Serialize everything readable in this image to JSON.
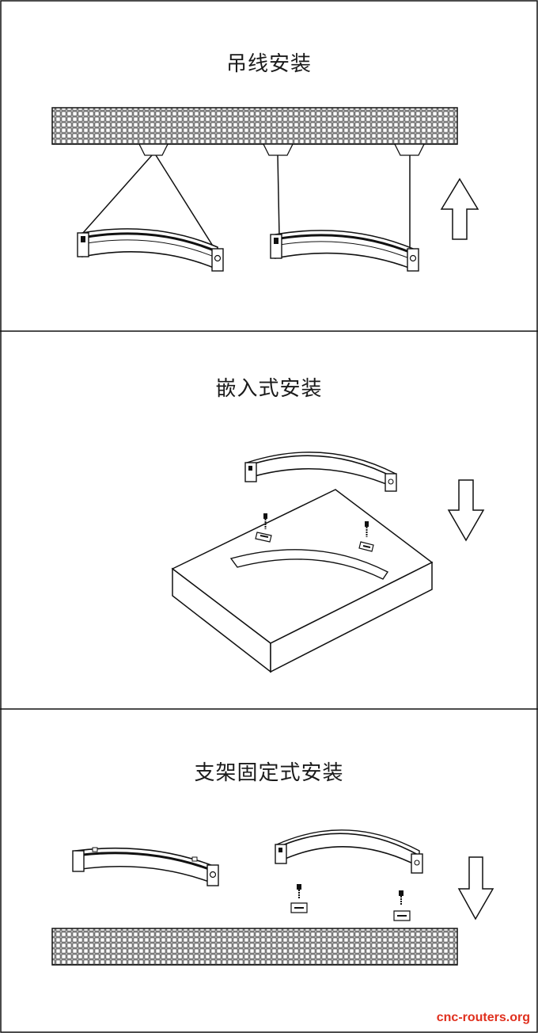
{
  "panels": [
    {
      "title": "吊线安装"
    },
    {
      "title": "嵌入式安装"
    },
    {
      "title": "支架固定式安装"
    }
  ],
  "watermark": "cnc-routers.org",
  "colors": {
    "line": "#111111",
    "watermark": "#e0301e",
    "background": "#ffffff"
  },
  "icons": {
    "up_arrow": "arrow-up-icon",
    "down_arrow": "arrow-down-icon"
  }
}
